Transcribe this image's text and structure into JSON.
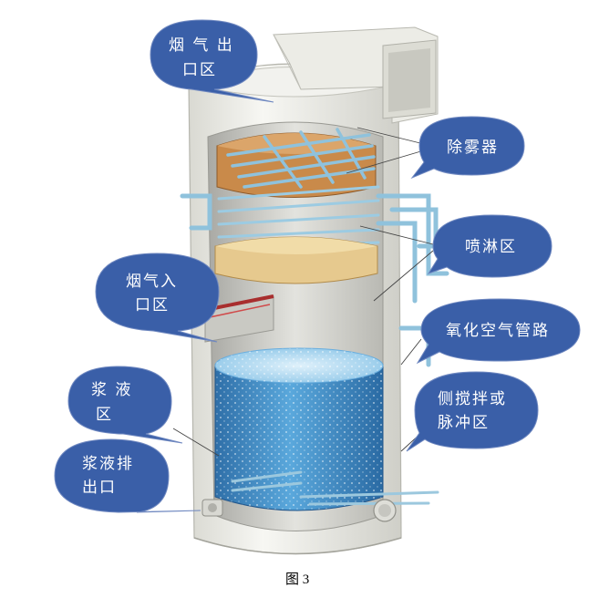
{
  "diagram": {
    "labels": {
      "flue_gas_outlet": [
        "烟 气 出",
        "口区"
      ],
      "demister": [
        "除雾器"
      ],
      "spray_zone": [
        "喷淋区"
      ],
      "flue_gas_inlet": [
        "烟气入",
        "口区"
      ],
      "oxidation_air_pipe": [
        "氧化空气管路"
      ],
      "slurry_zone": [
        "浆  液",
        "区"
      ],
      "side_agitator": [
        "侧搅拌或",
        "脉冲区"
      ],
      "slurry_outlet": [
        "浆液排",
        "出口"
      ]
    },
    "caption": "图 3"
  },
  "colors": {
    "bubble": "#3a5fa8",
    "bubble_stroke": "#6f88c0",
    "tower_shell": "#eeeeea",
    "slurry": "#3f8fc9",
    "demister_bed": "#c98a4a",
    "pipe": "#8fc2dc"
  }
}
